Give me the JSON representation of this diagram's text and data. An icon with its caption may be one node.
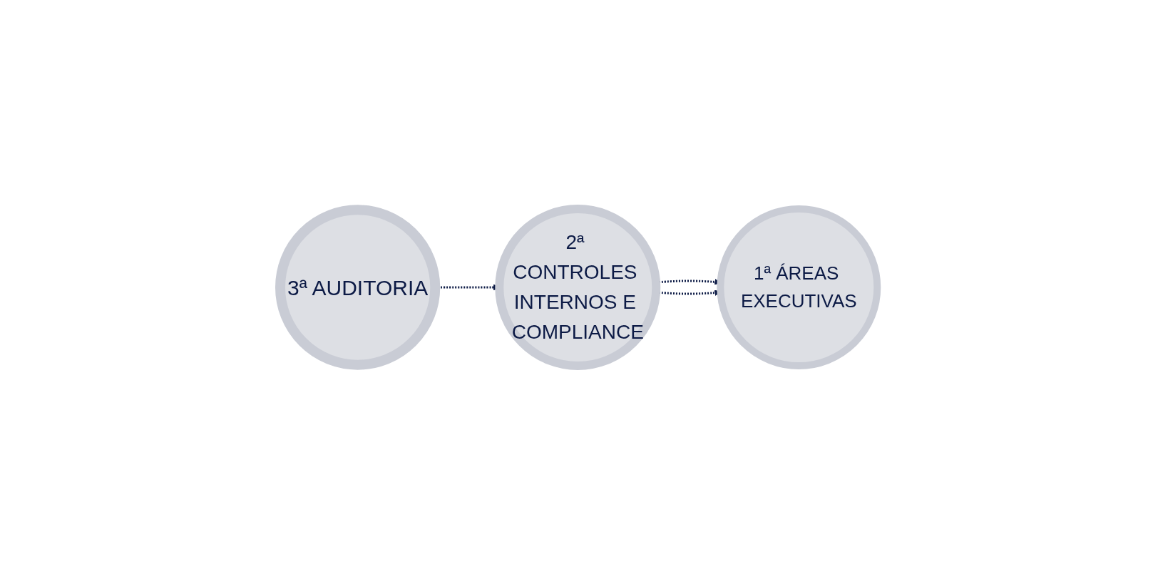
{
  "diagram": {
    "nodes": [
      {
        "text": [
          "3ª AUDITORIA"
        ]
      },
      {
        "text": [
          "2ª CONTROLES INTERNOS E COMPLIANCE"
        ]
      },
      {
        "text": [
          "1ª ÁREAS EXECUTIVAS"
        ]
      }
    ],
    "edges": [
      {
        "from": 0,
        "to": 1,
        "arrow": "to",
        "style": "dashed"
      },
      {
        "from": 1,
        "to": 2,
        "arrow": "to",
        "style": "dashed"
      },
      {
        "from": 1,
        "to": 2,
        "arrow": "to",
        "style": "dashed"
      }
    ]
  }
}
